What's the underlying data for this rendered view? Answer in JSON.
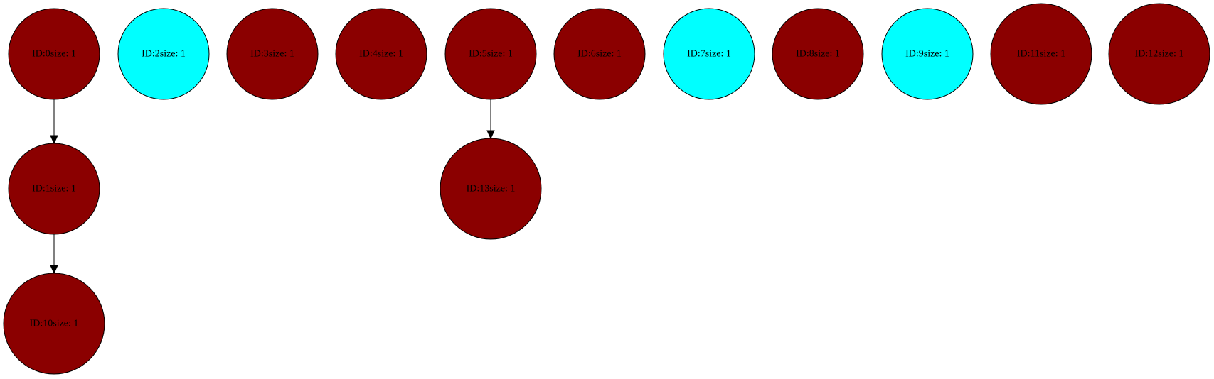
{
  "colors": {
    "dark_red": "#8b0000",
    "cyan": "#00ffff",
    "outline": "#000000",
    "background": "#ffffff"
  },
  "nodes": [
    {
      "id": "0",
      "label": "ID:0size: 1",
      "color": "dark_red"
    },
    {
      "id": "2",
      "label": "ID:2size: 1",
      "color": "cyan"
    },
    {
      "id": "3",
      "label": "ID:3size: 1",
      "color": "dark_red"
    },
    {
      "id": "4",
      "label": "ID:4size: 1",
      "color": "dark_red"
    },
    {
      "id": "5",
      "label": "ID:5size: 1",
      "color": "dark_red"
    },
    {
      "id": "6",
      "label": "ID:6size: 1",
      "color": "dark_red"
    },
    {
      "id": "7",
      "label": "ID:7size: 1",
      "color": "cyan"
    },
    {
      "id": "8",
      "label": "ID:8size: 1",
      "color": "dark_red"
    },
    {
      "id": "9",
      "label": "ID:9size: 1",
      "color": "cyan"
    },
    {
      "id": "11",
      "label": "ID:11size: 1",
      "color": "dark_red"
    },
    {
      "id": "12",
      "label": "ID:12size: 1",
      "color": "dark_red"
    },
    {
      "id": "1",
      "label": "ID:1size: 1",
      "color": "dark_red"
    },
    {
      "id": "13",
      "label": "ID:13size: 1",
      "color": "dark_red"
    },
    {
      "id": "10",
      "label": "ID:10size: 1",
      "color": "dark_red"
    }
  ],
  "edges": [
    {
      "from": "0",
      "to": "1"
    },
    {
      "from": "1",
      "to": "10"
    },
    {
      "from": "5",
      "to": "13"
    }
  ]
}
